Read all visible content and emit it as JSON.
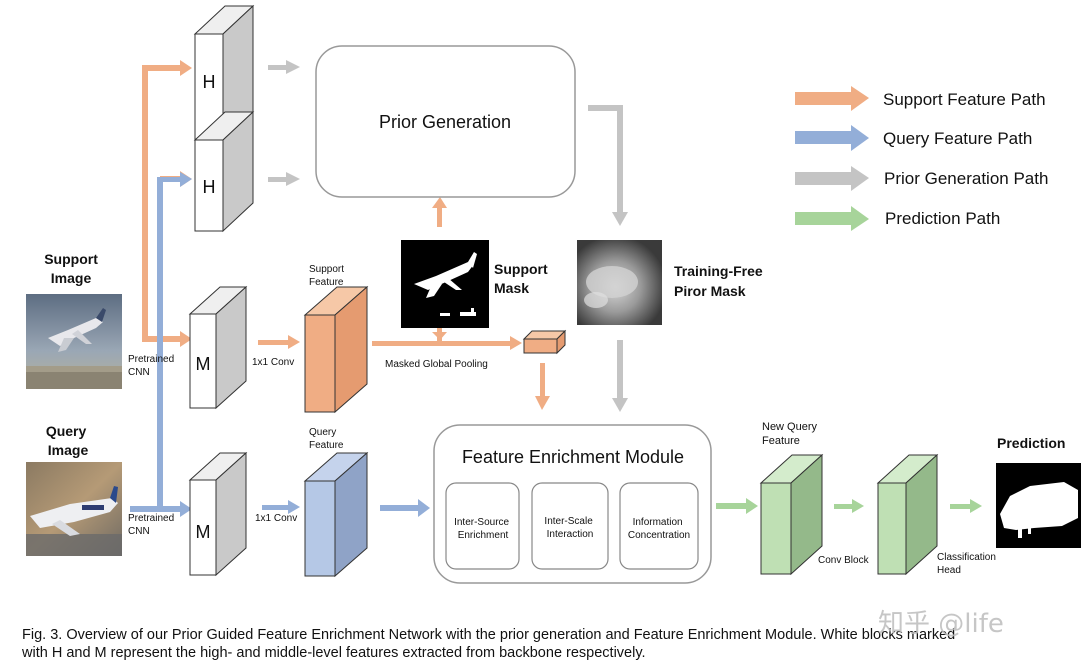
{
  "legend": {
    "items": [
      {
        "label": "Support Feature Path",
        "color": "#f0ad84"
      },
      {
        "label": "Query Feature Path",
        "color": "#93aed8"
      },
      {
        "label": "Prior Generation Path",
        "color": "#c4c4c4"
      },
      {
        "label": "Prediction Path",
        "color": "#a7d49a"
      }
    ]
  },
  "labels": {
    "support_image": [
      "Support",
      "Image"
    ],
    "query_image": [
      "Query",
      "Image"
    ],
    "pretrained_cnn": [
      "Pretrained",
      "CNN"
    ],
    "block_h": "H",
    "block_m": "M",
    "conv_1x1": "1x1 Conv",
    "support_feature": [
      "Support",
      "Feature"
    ],
    "query_feature": [
      "Query",
      "Feature"
    ],
    "prior_generation": "Prior Generation",
    "support_mask": [
      "Support",
      "Mask"
    ],
    "training_free_prior_mask": [
      "Training-Free",
      "Piror Mask"
    ],
    "masked_global_pooling": "Masked Global Pooling",
    "feature_enrichment_module": "Feature Enrichment Module",
    "inter_source": [
      "Inter-Source",
      "Enrichment"
    ],
    "inter_scale": [
      "Inter-Scale",
      "Interaction"
    ],
    "information_concentration": [
      "Information",
      "Concentration"
    ],
    "new_query_feature": [
      "New Query",
      "Feature"
    ],
    "conv_block": "Conv Block",
    "classification_head": [
      "Classification",
      "Head"
    ],
    "prediction": "Prediction"
  },
  "colors": {
    "support": "#f0ad84",
    "query": "#93aed8",
    "prior": "#c4c4c4",
    "prediction": "#a7d49a"
  },
  "caption": {
    "line1": "Fig. 3. Overview of our Prior Guided Feature Enrichment Network with the prior generation and Feature Enrichment Module. White blocks marked",
    "line2": "with H and M represent the high- and middle-level features extracted from backbone respectively."
  },
  "watermark": "知乎 @life"
}
